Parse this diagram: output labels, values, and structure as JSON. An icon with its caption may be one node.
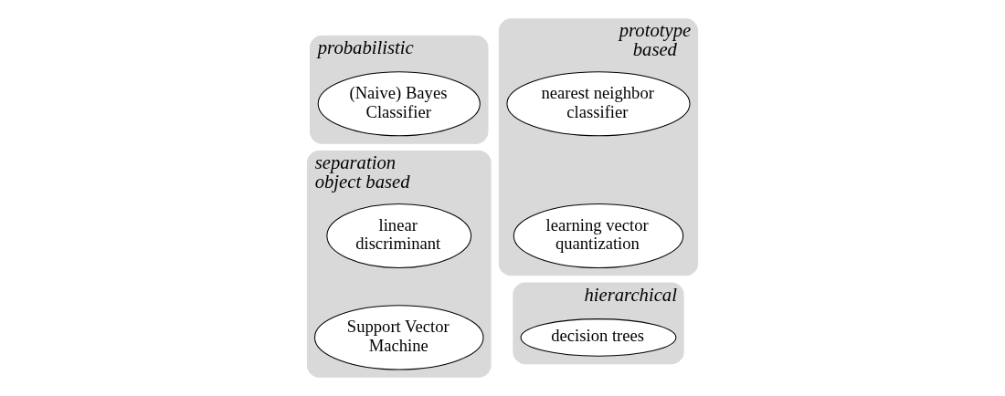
{
  "diagram": {
    "nodes": [
      {
        "text": [
          "probabilistic"
        ]
      },
      {
        "text": [
          "(Naive) Bayes Classifier"
        ],
        "in": 0
      },
      {
        "text": [
          "separation object based"
        ]
      },
      {
        "text": [
          "linear discriminant"
        ],
        "in": 2
      },
      {
        "text": [
          "Support Vector Machine"
        ],
        "in": 2
      },
      {
        "text": [
          "prototype based"
        ]
      },
      {
        "text": [
          "nearest neighbor classifier"
        ],
        "in": 5
      },
      {
        "text": [
          "learning vector quantization"
        ],
        "in": 5
      },
      {
        "text": [
          "hierarchical"
        ]
      },
      {
        "text": [
          "decision trees"
        ],
        "in": 8
      }
    ]
  }
}
